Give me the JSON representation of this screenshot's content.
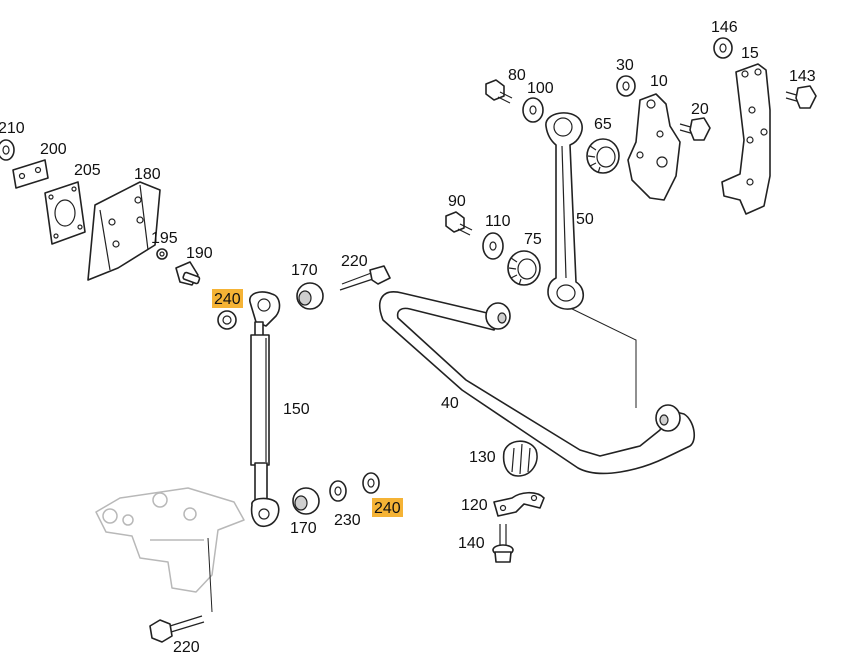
{
  "labels": {
    "p210": "210",
    "p200": "200",
    "p205": "205",
    "p180": "180",
    "p195": "195",
    "p190": "190",
    "p240a": "240",
    "p170a": "170",
    "p220a": "220",
    "p150": "150",
    "p170b": "170",
    "p230": "230",
    "p240b": "240",
    "p220b": "220",
    "p40": "40",
    "p80": "80",
    "p100": "100",
    "p30": "30",
    "p10": "10",
    "p146": "146",
    "p15": "15",
    "p143": "143",
    "p65": "65",
    "p20": "20",
    "p90": "90",
    "p110": "110",
    "p75": "75",
    "p50": "50",
    "p130": "130",
    "p120": "120",
    "p140": "140"
  },
  "colors": {
    "highlight": "#f5b335",
    "line": "#222222",
    "ghost_part": "#b8b8b8"
  }
}
